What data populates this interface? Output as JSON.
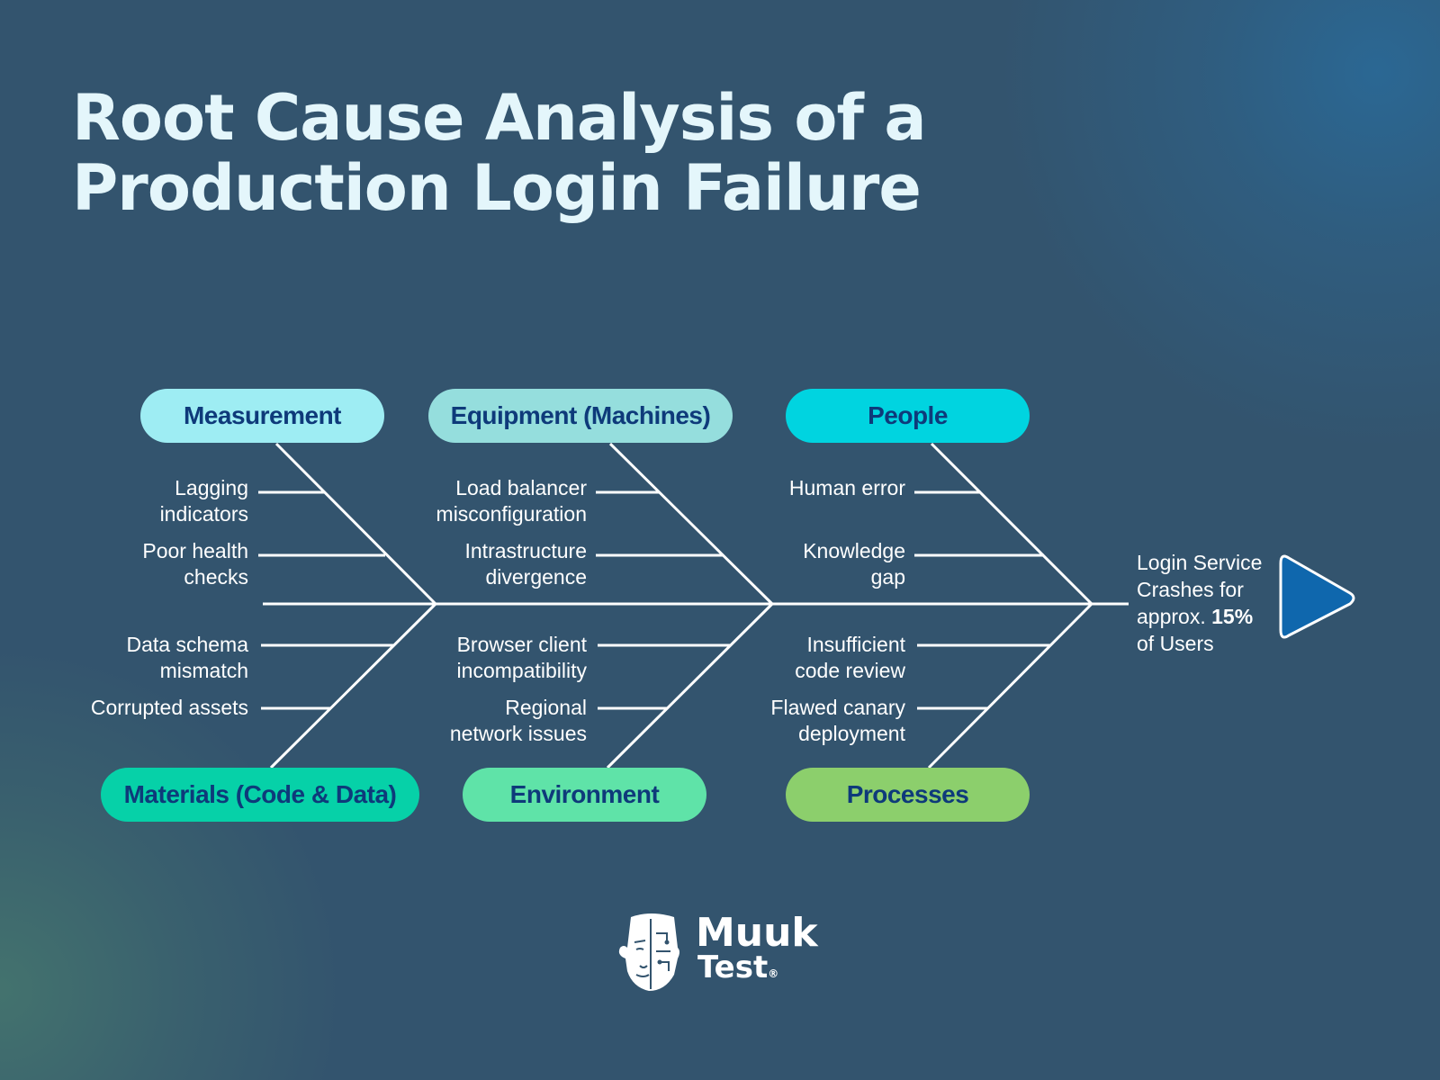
{
  "title": "Root Cause Analysis of a Production Login Failure",
  "colors": {
    "background": "#33546e",
    "title": "#e4f6fb",
    "label_text": "#0e3a7a",
    "arrow": "#0f67ad"
  },
  "categories": {
    "measurement": {
      "label": "Measurement",
      "color": "#9eedf3"
    },
    "equipment": {
      "label": "Equipment (Machines)",
      "color": "#95dedd"
    },
    "people": {
      "label": "People",
      "color": "#00d4e0"
    },
    "materials": {
      "label": "Materials (Code & Data)",
      "color": "#06d1a8"
    },
    "environment": {
      "label": "Environment",
      "color": "#5fe3a8"
    },
    "processes": {
      "label": "Processes",
      "color": "#8ccf6c"
    }
  },
  "causes": {
    "lagging": "Lagging\nindicators",
    "poor_health": "Poor health\nchecks",
    "schema": "Data schema\nmismatch",
    "corrupted": "Corrupted assets",
    "load_balancer": "Load balancer\nmisconfiguration",
    "infra": "Intrastructure\ndivergence",
    "browser": "Browser client\nincompatibility",
    "regional": "Regional\nnetwork issues",
    "human": "Human error",
    "knowledge": "Knowledge\ngap",
    "code_review": "Insufficient\ncode review",
    "canary": "Flawed canary\ndeployment"
  },
  "effect": {
    "line1": "Login Service",
    "line2": "Crashes for",
    "line3_prefix": "approx.",
    "line3_bold": "15%",
    "line4": "of Users"
  },
  "logo": {
    "icon": "face-logo-icon",
    "line1": "Muuk",
    "line2": "Test",
    "mark": "®"
  }
}
